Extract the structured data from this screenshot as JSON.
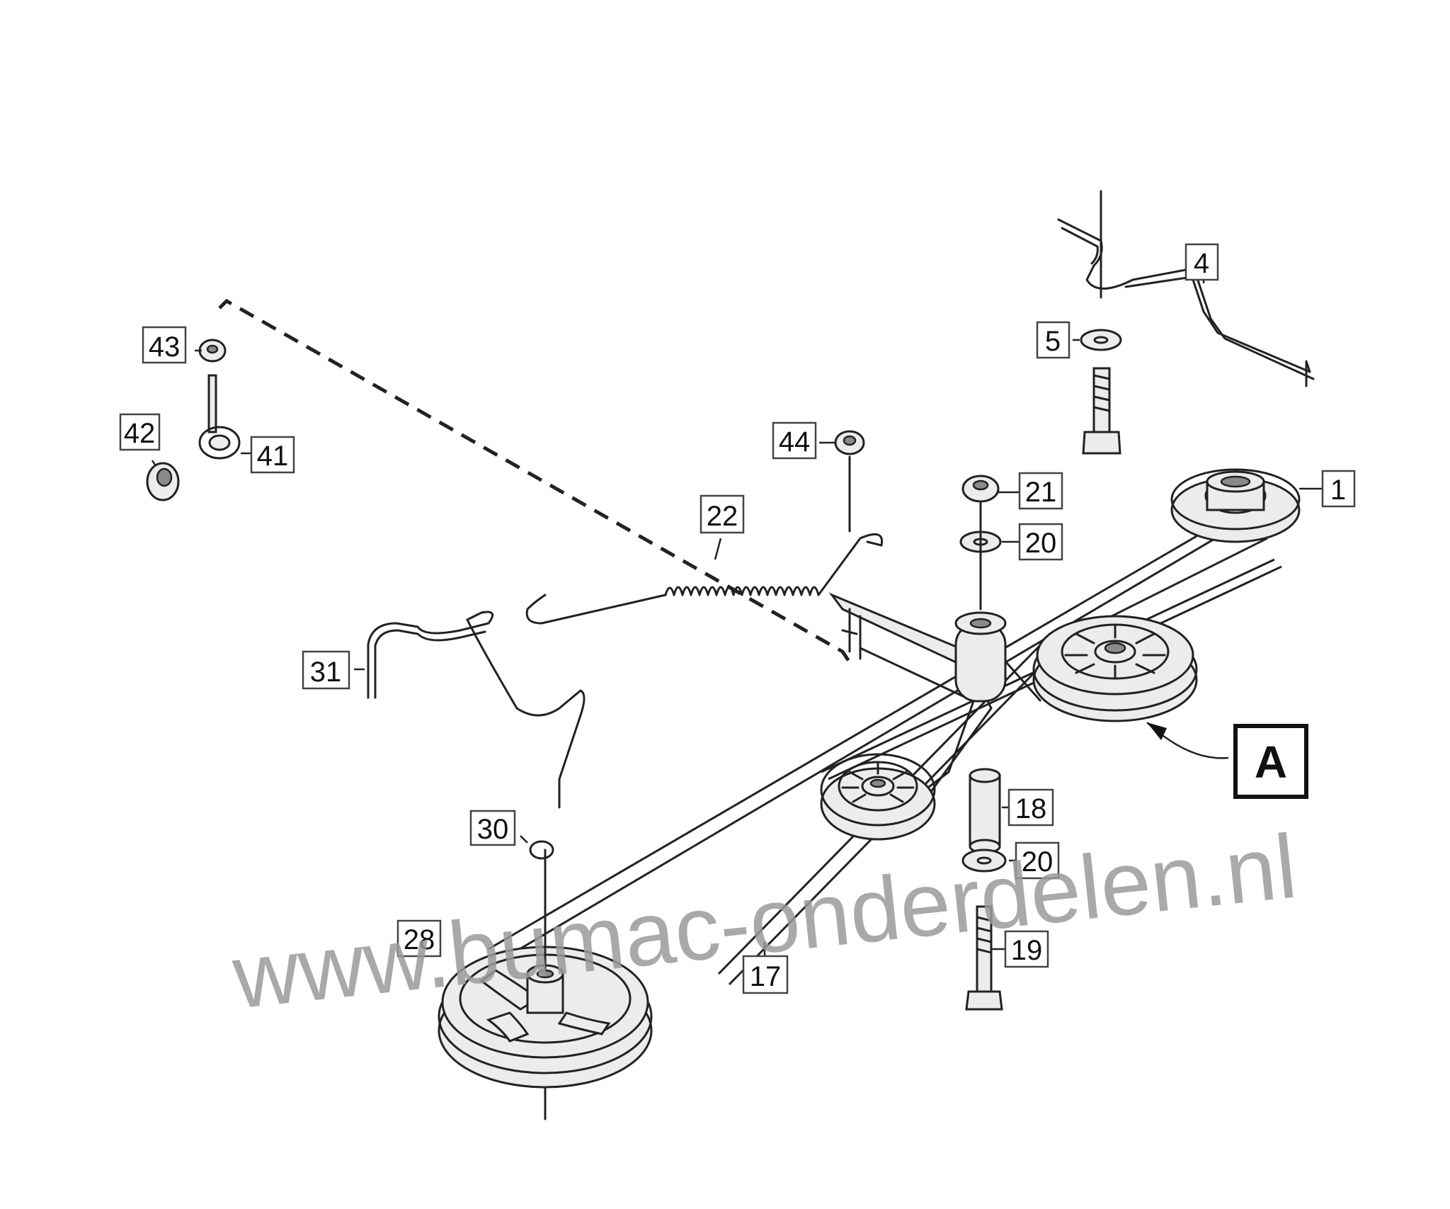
{
  "diagram": {
    "part_labels": {
      "p1": "1",
      "p4": "4",
      "p5": "5",
      "p17": "17",
      "p18": "18",
      "p19": "19",
      "p20a": "20",
      "p20b": "20",
      "p21": "21",
      "p22": "22",
      "p28": "28",
      "p30": "30",
      "p31": "31",
      "p41": "41",
      "p42": "42",
      "p43": "43",
      "p44": "44"
    },
    "detail_label": "A",
    "watermark": "www.bumac-onderdelen.nl"
  }
}
